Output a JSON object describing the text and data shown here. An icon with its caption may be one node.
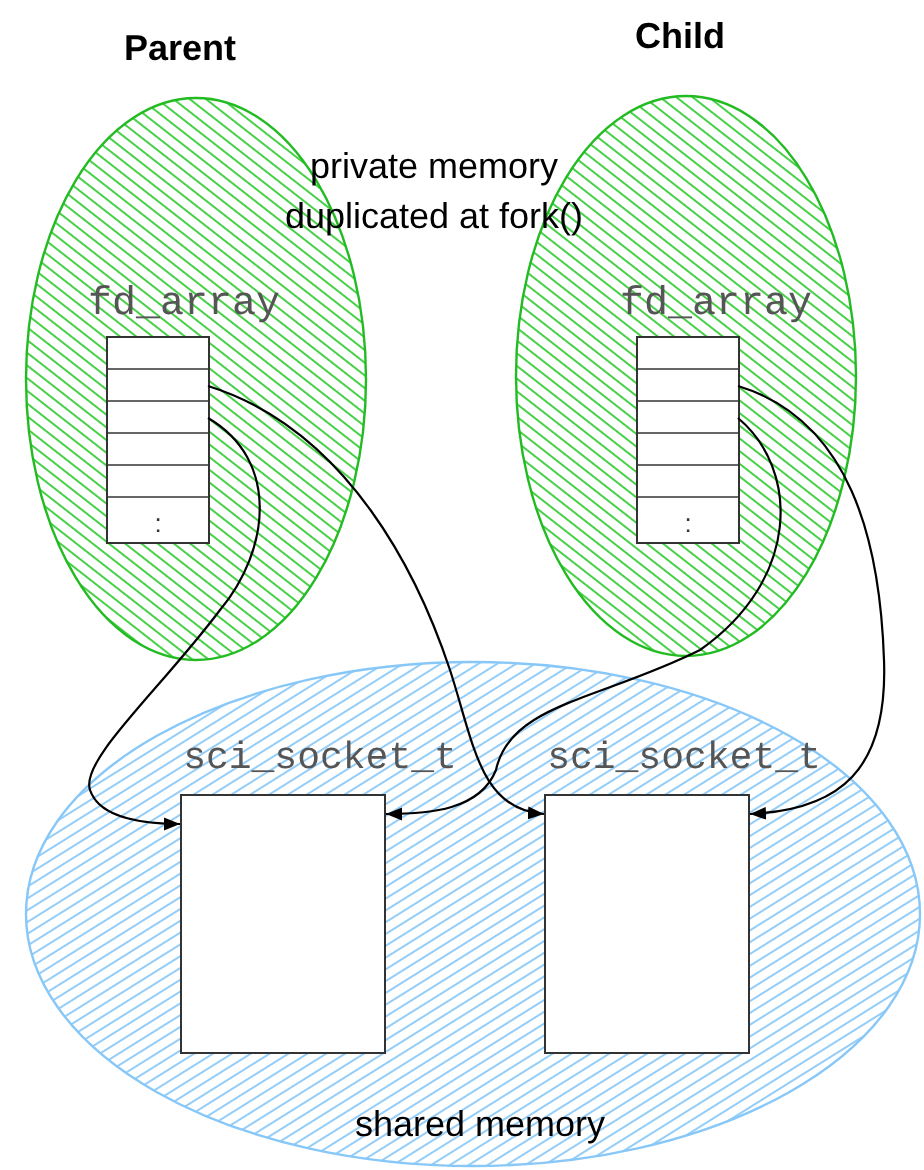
{
  "diagram": {
    "nodes": [
      {
        "text": [
          "Parent"
        ]
      },
      {
        "text": [
          "fd_array"
        ],
        "in": 0
      },
      {
        "text": [],
        "shape": "box",
        "in": 1
      },
      {
        "text": [],
        "shape": "box",
        "in": 1
      },
      {
        "text": [],
        "shape": "box",
        "in": 1
      },
      {
        "text": [],
        "shape": "box",
        "in": 1
      },
      {
        "text": [],
        "shape": "box",
        "in": 1
      },
      {
        "text": [
          ":"
        ],
        "in": 1
      },
      {
        "text": [
          "Child"
        ]
      },
      {
        "text": [
          "fd_array"
        ],
        "in": 8
      },
      {
        "text": [],
        "shape": "box",
        "in": 9
      },
      {
        "text": [],
        "shape": "box",
        "in": 9
      },
      {
        "text": [],
        "shape": "box",
        "in": 9
      },
      {
        "text": [],
        "shape": "box",
        "in": 9
      },
      {
        "text": [],
        "shape": "box",
        "in": 9
      },
      {
        "text": [
          ":"
        ],
        "in": 9
      },
      {
        "text": [
          "shared memory"
        ]
      },
      {
        "text": [
          "sci_socket_t"
        ],
        "in": 16
      },
      {
        "text": [
          "sci_socket_t"
        ],
        "in": 16
      }
    ],
    "edges": [
      {
        "from": 3,
        "to": 18,
        "arrow": "to"
      },
      {
        "from": 4,
        "to": 17,
        "arrow": "to"
      },
      {
        "from": 11,
        "to": 18,
        "arrow": "to"
      },
      {
        "from": 12,
        "to": 17,
        "arrow": "to"
      }
    ],
    "labels": [
      "private memory duplicated at fork()"
    ]
  }
}
